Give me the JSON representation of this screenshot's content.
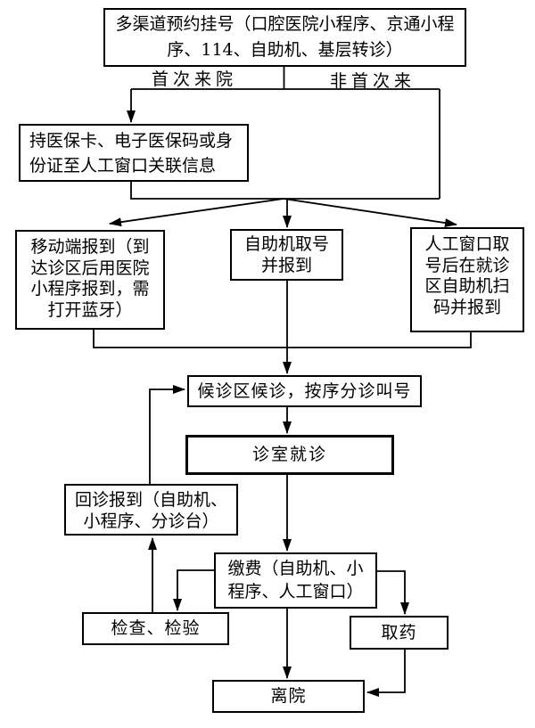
{
  "colors": {
    "background": "#ffffff",
    "ink": "#000000"
  },
  "flowchart": {
    "branch_labels": {
      "first_visit": "首次来院",
      "not_first_visit": "非首次来"
    },
    "nodes": {
      "appointment": "多渠道预约挂号（口腔医院小程序、京通小程\n序、114、自助机、基层转诊）",
      "link_info": "持医保卡、电子医保码或身\n份证至人工窗口关联信息",
      "mobile_checkin": "移动端报到（到\n达诊区后用医院\n小程序报到，需\n打开蓝牙）",
      "kiosk_checkin": "自助机取号\n并报到",
      "window_checkin": "人工窗口取\n号后在就诊\n区自助机扫\n码并报到",
      "waiting": "候诊区候诊，按序分诊叫号",
      "consult": "诊室就诊",
      "return_checkin": "回诊报到（自助机、\n小程序、分诊台）",
      "payment": "缴费（自助机、小\n程序、人工窗口）",
      "exam": "检查、检验",
      "pharmacy": "取药",
      "discharge": "离院"
    }
  }
}
